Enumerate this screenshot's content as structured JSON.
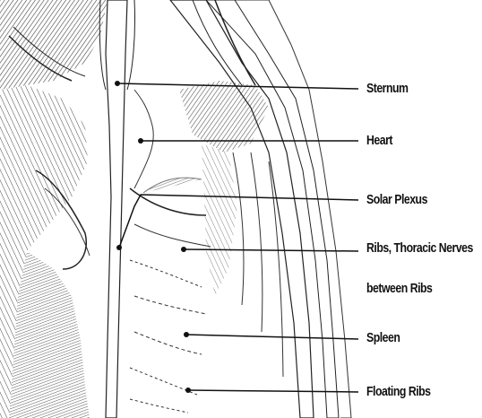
{
  "diagram": {
    "labels": {
      "sternum": "Sternum",
      "heart": "Heart",
      "solar_plexus": "Solar Plexus",
      "ribs_line1": "Ribs, Thoracic Nerves",
      "ribs_line2": "between Ribs",
      "spleen": "Spleen",
      "floating_ribs": "Floating Ribs"
    }
  }
}
